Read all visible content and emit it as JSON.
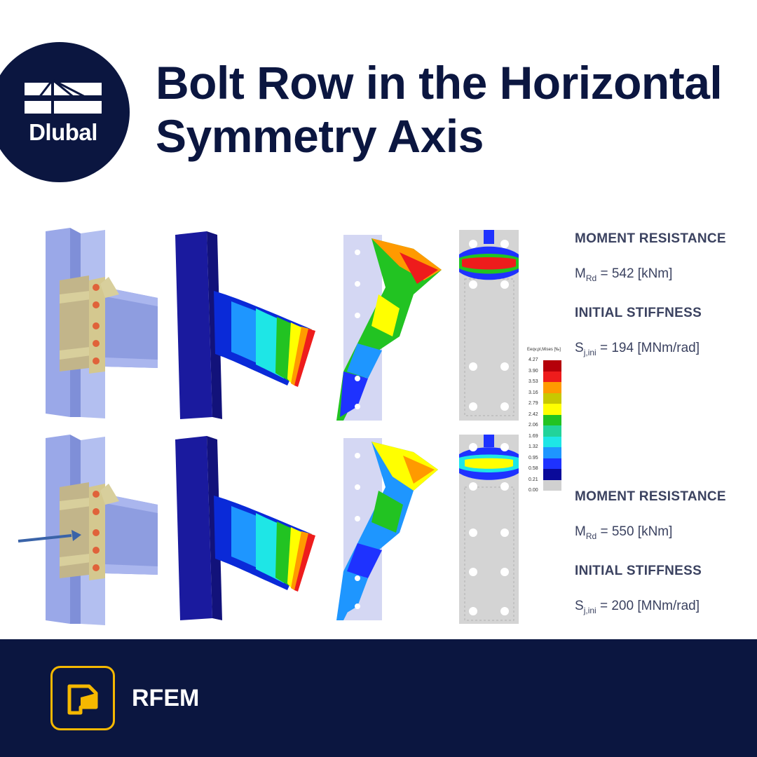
{
  "brand": {
    "name": "Dlubal",
    "accent": "#0b1640",
    "product_accent": "#f5b800"
  },
  "title": "Bolt Row in the Horizontal Symmetry Axis",
  "top_result": {
    "moment_heading": "MOMENT RESISTANCE",
    "moment_symbol": "M",
    "moment_sub": "Rd",
    "moment_value": "= 542 [kNm]",
    "stiffness_heading": "INITIAL STIFFNESS",
    "stiffness_symbol": "S",
    "stiffness_sub": "j,ini",
    "stiffness_value": "= 194 [MNm/rad]"
  },
  "bottom_result": {
    "moment_heading": "MOMENT RESISTANCE",
    "moment_symbol": "M",
    "moment_sub": "Rd",
    "moment_value": "= 550 [kNm]",
    "stiffness_heading": "INITIAL STIFFNESS",
    "stiffness_symbol": "S",
    "stiffness_sub": "j,ini",
    "stiffness_value": "= 200 [MNm/rad]"
  },
  "legend": {
    "title": "Eeqv,pl,Mises [‰]",
    "labels": [
      "4.27",
      "3.90",
      "3.53",
      "3.16",
      "2.79",
      "2.42",
      "2.06",
      "1.69",
      "1.32",
      "0.95",
      "0.58",
      "0.21",
      "0.00"
    ],
    "colors": [
      "#b5000a",
      "#ee1c1c",
      "#ff9a00",
      "#c8c800",
      "#ffff00",
      "#22c322",
      "#22d39a",
      "#1ee6e6",
      "#1e96ff",
      "#1e32ff",
      "#0a0a9a",
      "#d0d0d0"
    ]
  },
  "product": {
    "name": "RFEM"
  }
}
